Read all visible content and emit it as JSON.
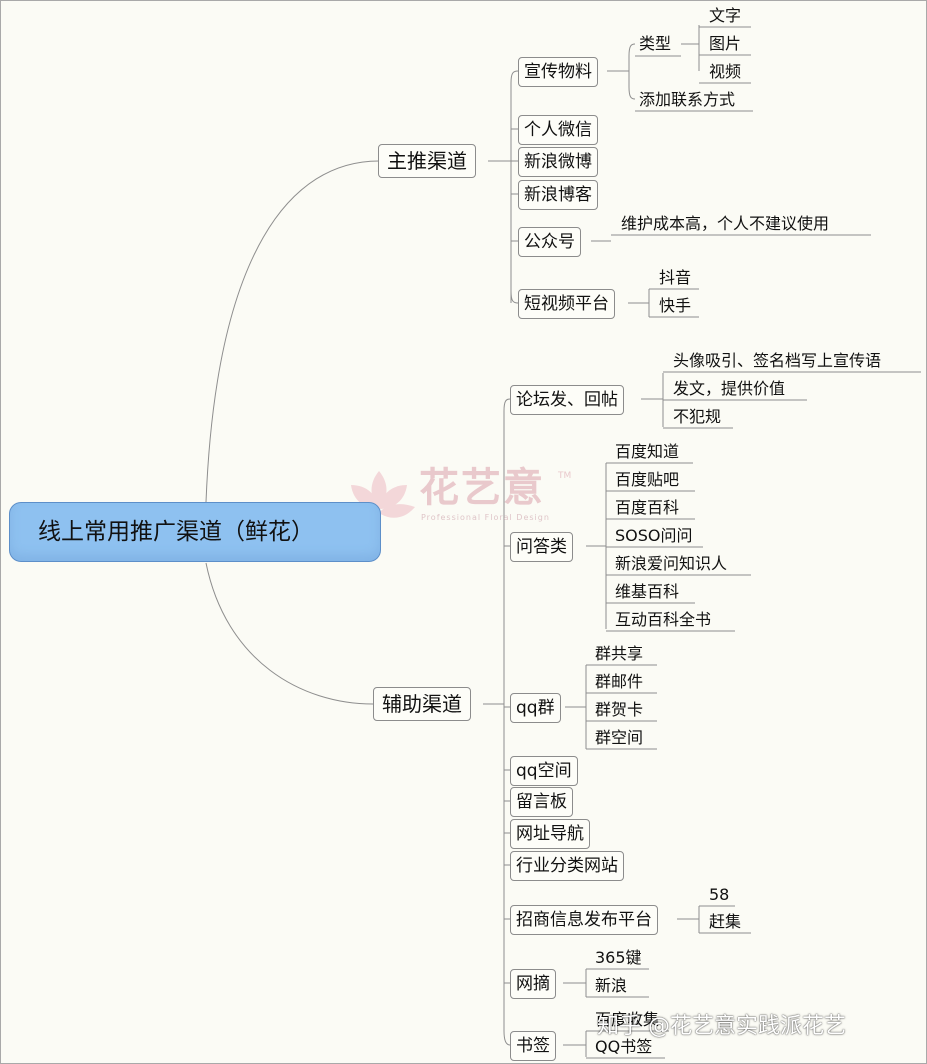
{
  "root": {
    "label": "线上常用推广渠道（鲜花）"
  },
  "main": {
    "primary": {
      "label": "主推渠道"
    },
    "secondary": {
      "label": "辅助渠道"
    }
  },
  "primary": {
    "promo": {
      "label": "宣传物料",
      "type": {
        "label": "类型",
        "items": [
          "文字",
          "图片",
          "视频"
        ]
      },
      "contact": "添加联系方式"
    },
    "wechat": "个人微信",
    "weibo": "新浪微博",
    "blog": "新浪博客",
    "official": {
      "label": "公众号",
      "note": "维护成本高，个人不建议使用"
    },
    "video": {
      "label": "短视频平台",
      "items": [
        "抖音",
        "快手"
      ]
    }
  },
  "secondary": {
    "forum": {
      "label": "论坛发、回帖",
      "items": [
        "头像吸引、签名档写上宣传语",
        "发文，提供价值",
        "不犯规"
      ]
    },
    "qa": {
      "label": "问答类",
      "items": [
        "百度知道",
        "百度贴吧",
        "百度百科",
        "SOSO问问",
        "新浪爱问知识人",
        "维基百科",
        "互动百科全书"
      ]
    },
    "qq_group": {
      "label": "qq群",
      "items": [
        "群共享",
        "群邮件",
        "群贺卡",
        "群空间"
      ]
    },
    "qzone": "qq空间",
    "guestbook": "留言板",
    "nav": "网址导航",
    "industry": "行业分类网站",
    "biz": {
      "label": "招商信息发布平台",
      "items": [
        "58",
        "赶集"
      ]
    },
    "digest": {
      "label": "网摘",
      "items": [
        "365键",
        "新浪"
      ]
    },
    "bookmark": {
      "label": "书签",
      "items": [
        "百度收集",
        "QQ书签"
      ]
    }
  },
  "watermark": {
    "brand": "花艺意",
    "tm": "TM",
    "tagline": "Professional Floral Design",
    "footer": "知乎 @花艺意实践派花艺"
  }
}
